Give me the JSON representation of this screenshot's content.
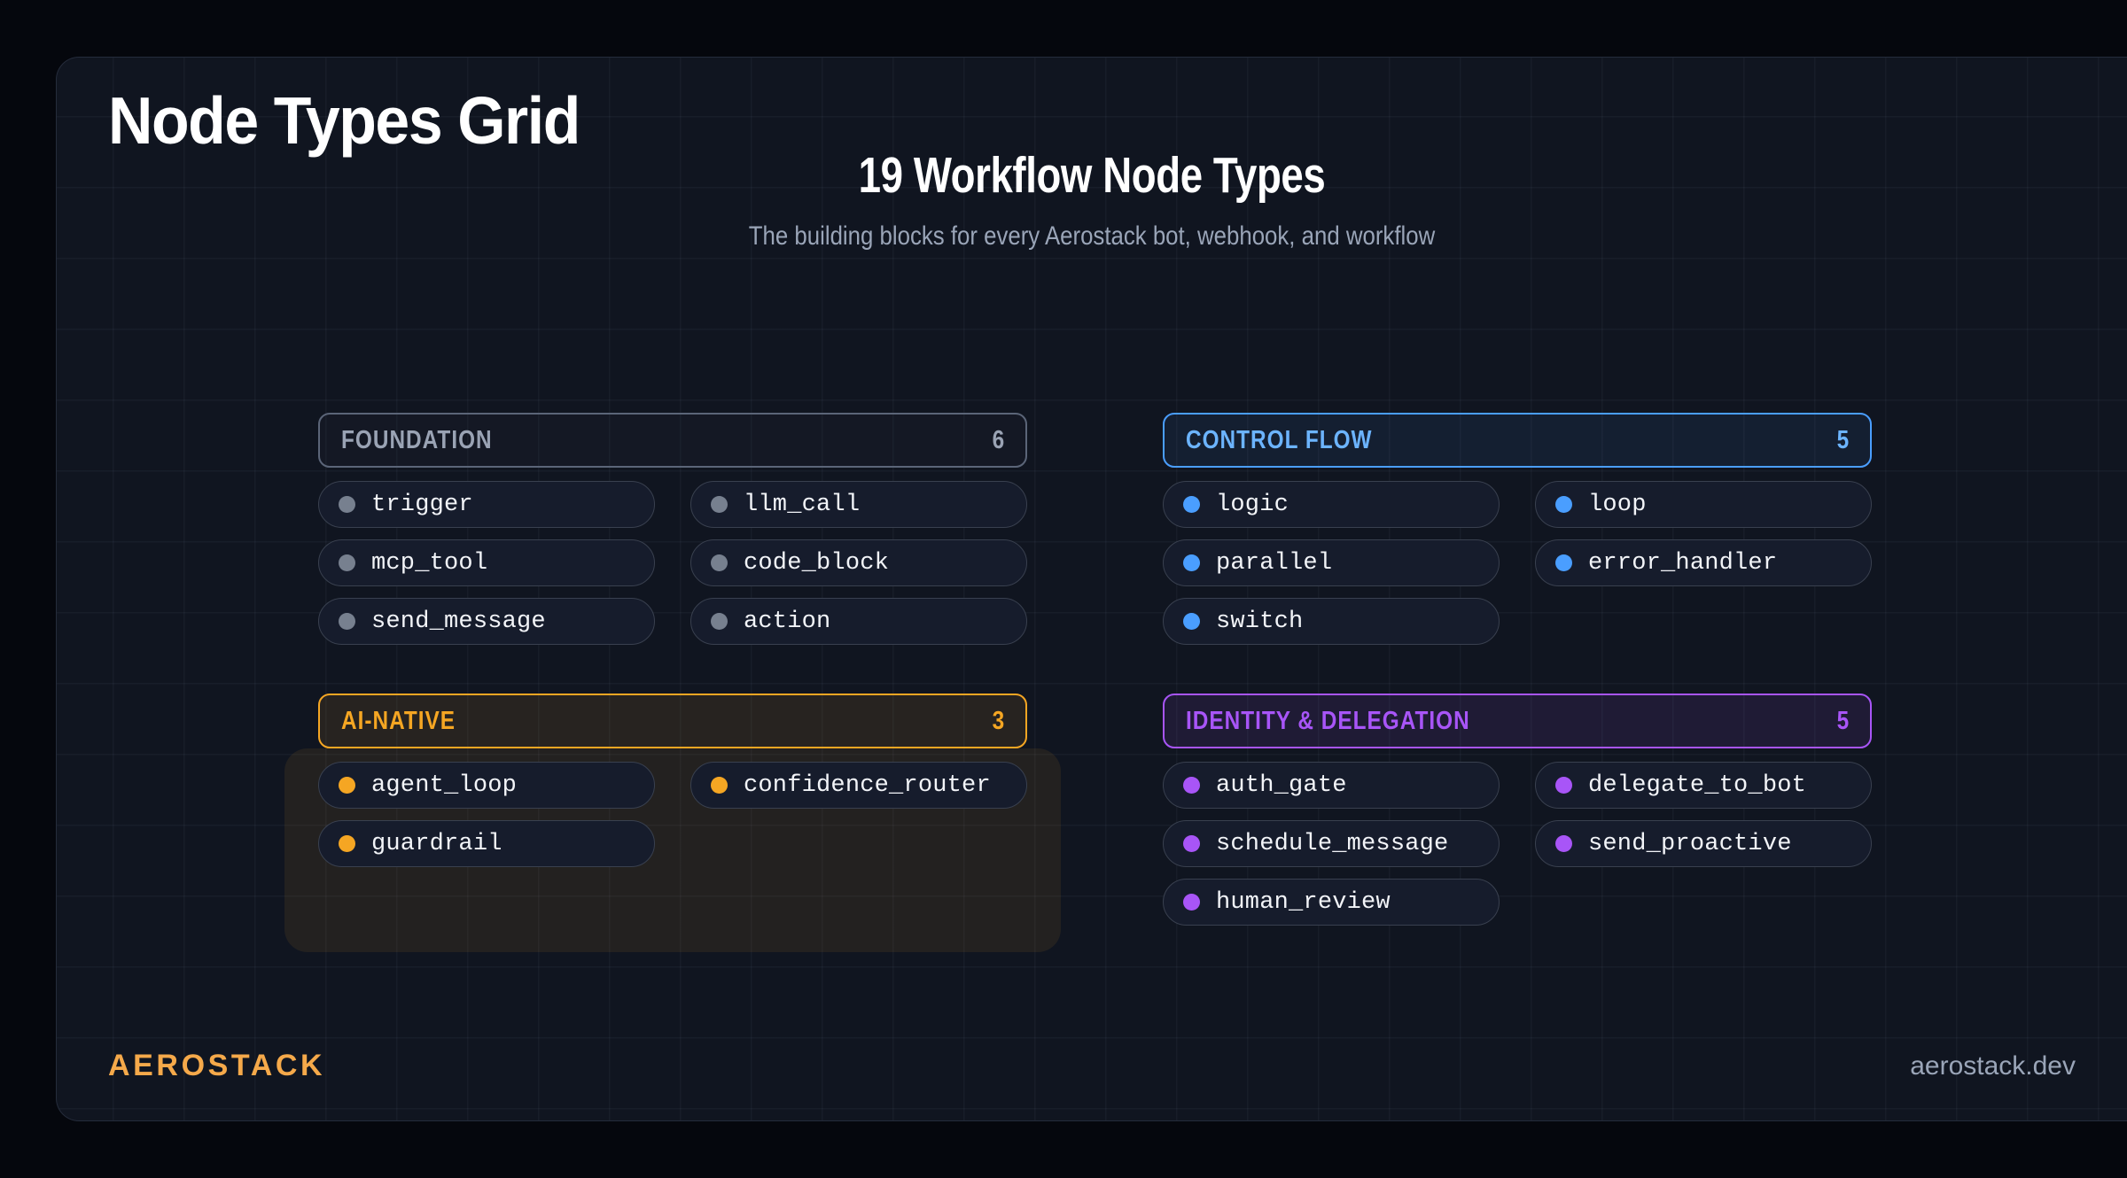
{
  "header": {
    "page_title": "Node Types Grid",
    "headline": "19 Workflow Node Types",
    "subhead": "The building blocks for every Aerostack bot, webhook, and workflow"
  },
  "footer": {
    "brand": "AEROSTACK",
    "site": "aerostack.dev"
  },
  "colors": {
    "foundation": "#5b6578",
    "control_flow": "#4a9eff",
    "ai_native": "#f5a623",
    "identity": "#a855f7",
    "background": "#05070d",
    "card": "#101520",
    "pill": "#161c2c"
  },
  "categories": [
    {
      "id": "foundation",
      "name": "FOUNDATION",
      "count": "6",
      "dot": "gray",
      "highlighted": false,
      "nodes": [
        {
          "label": "trigger"
        },
        {
          "label": "llm_call"
        },
        {
          "label": "mcp_tool"
        },
        {
          "label": "code_block"
        },
        {
          "label": "send_message"
        },
        {
          "label": "action"
        }
      ]
    },
    {
      "id": "control-flow",
      "name": "CONTROL FLOW",
      "count": "5",
      "dot": "blue",
      "highlighted": false,
      "nodes": [
        {
          "label": "logic"
        },
        {
          "label": "loop"
        },
        {
          "label": "parallel"
        },
        {
          "label": "error_handler"
        },
        {
          "label": "switch"
        }
      ]
    },
    {
      "id": "ai-native",
      "name": "AI-NATIVE",
      "count": "3",
      "dot": "amber",
      "highlighted": true,
      "nodes": [
        {
          "label": "agent_loop"
        },
        {
          "label": "confidence_router"
        },
        {
          "label": "guardrail"
        }
      ]
    },
    {
      "id": "identity-delegation",
      "name": "IDENTITY & DELEGATION",
      "count": "5",
      "dot": "purple",
      "highlighted": false,
      "nodes": [
        {
          "label": "auth_gate"
        },
        {
          "label": "delegate_to_bot"
        },
        {
          "label": "schedule_message"
        },
        {
          "label": "send_proactive"
        },
        {
          "label": "human_review"
        }
      ]
    }
  ]
}
